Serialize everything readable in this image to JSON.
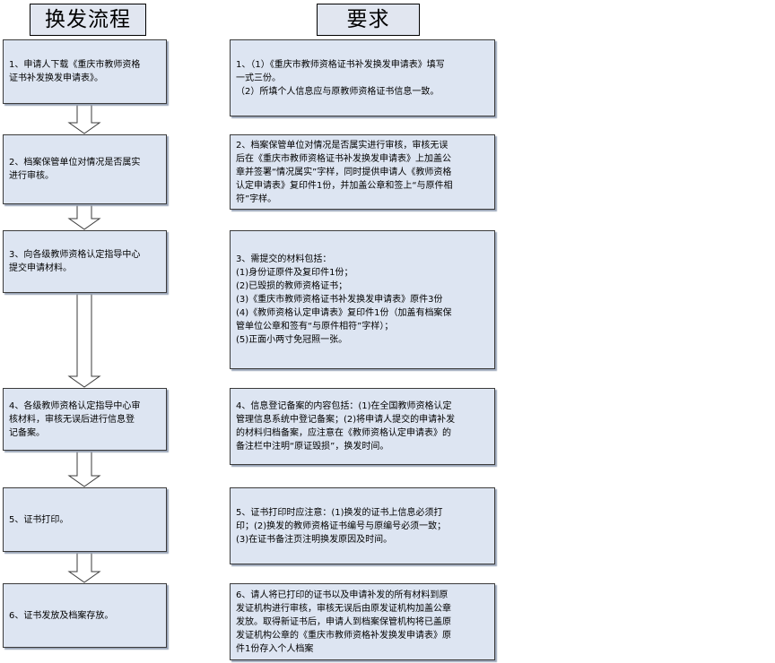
{
  "headers": {
    "process": "换发流程",
    "requirements": "要求"
  },
  "steps": [
    {
      "step_lines": [
        "1、申请人下载《重庆市教师资格",
        "证书补发换发申请表》。"
      ],
      "req_lines": [
        "1、（1）《重庆市教师资格证书补发换发申请表》填写",
        "一式三份。",
        "    （2）所填个人信息应与原教师资格证书信息一致。"
      ]
    },
    {
      "step_lines": [
        "2、档案保管单位对情况是否属实",
        "进行审核。"
      ],
      "req_lines": [
        "2、档案保管单位对情况是否属实进行审核，审核无误",
        "后在《重庆市教师资格证书补发换发申请表》上加盖公",
        "章并签署“情况属实”字样，同时提供申请人《教师资格",
        "认定申请表》复印件1份，并加盖公章和签上“与原件相",
        "符”字样。"
      ]
    },
    {
      "step_lines": [
        "3、向各级教师资格认定指导中心",
        "提交申请材料。"
      ],
      "req_lines": [
        "3、需提交的材料包括：",
        "(1)身份证原件及复印件1份；",
        "(2)已毁损的教师资格证书；",
        "(3)《重庆市教师资格证书补发换发申请表》原件3份",
        "(4)《教师资格认定申请表》复印件1份（加盖有档案保",
        "管单位公章和签有“与原件相符”字样）；",
        "(5)正面小两寸免冠照一张。"
      ]
    },
    {
      "step_lines": [
        "4、各级教师资格认定指导中心审",
        "核材料，审核无误后进行信息登",
        "记备案。"
      ],
      "req_lines": [
        "4、信息登记备案的内容包括：(1)在全国教师资格认定",
        "管理信息系统中登记备案；(2)将申请人提交的申请补发",
        "的材料归档备案，应注意在《教师资格认定申请表》的",
        "备注栏中注明“原证毁损”，换发时间。"
      ]
    },
    {
      "step_lines": [
        "5、证书打印。"
      ],
      "req_lines": [
        "5、证书打印时应注意：(1)换发的证书上信息必须打",
        "印；(2)换发的教师资格证书编号与原编号必须一致；",
        "(3)在证书备注页注明换发原因及时间。"
      ]
    },
    {
      "step_lines": [
        "6、证书发放及档案存放。"
      ],
      "req_lines": [
        "6、请人将已打印的证书以及申请补发的所有材料到原",
        "发证机构进行审核，审核无误后由原发证机构加盖公章",
        "发放。取得新证书后，申请人到档案保管机构将已盖原",
        "发证机构公章的《重庆市教师资格补发换发申请表》原",
        "件1份存入个人档案"
      ]
    }
  ],
  "colors": {
    "box_fill": "#dde5f2",
    "header_fill": "#e1e6f0",
    "arrow_fill": "#ffffff",
    "border": "#3b3b3b"
  },
  "icons": {
    "connector": "down-arrow-icon"
  }
}
